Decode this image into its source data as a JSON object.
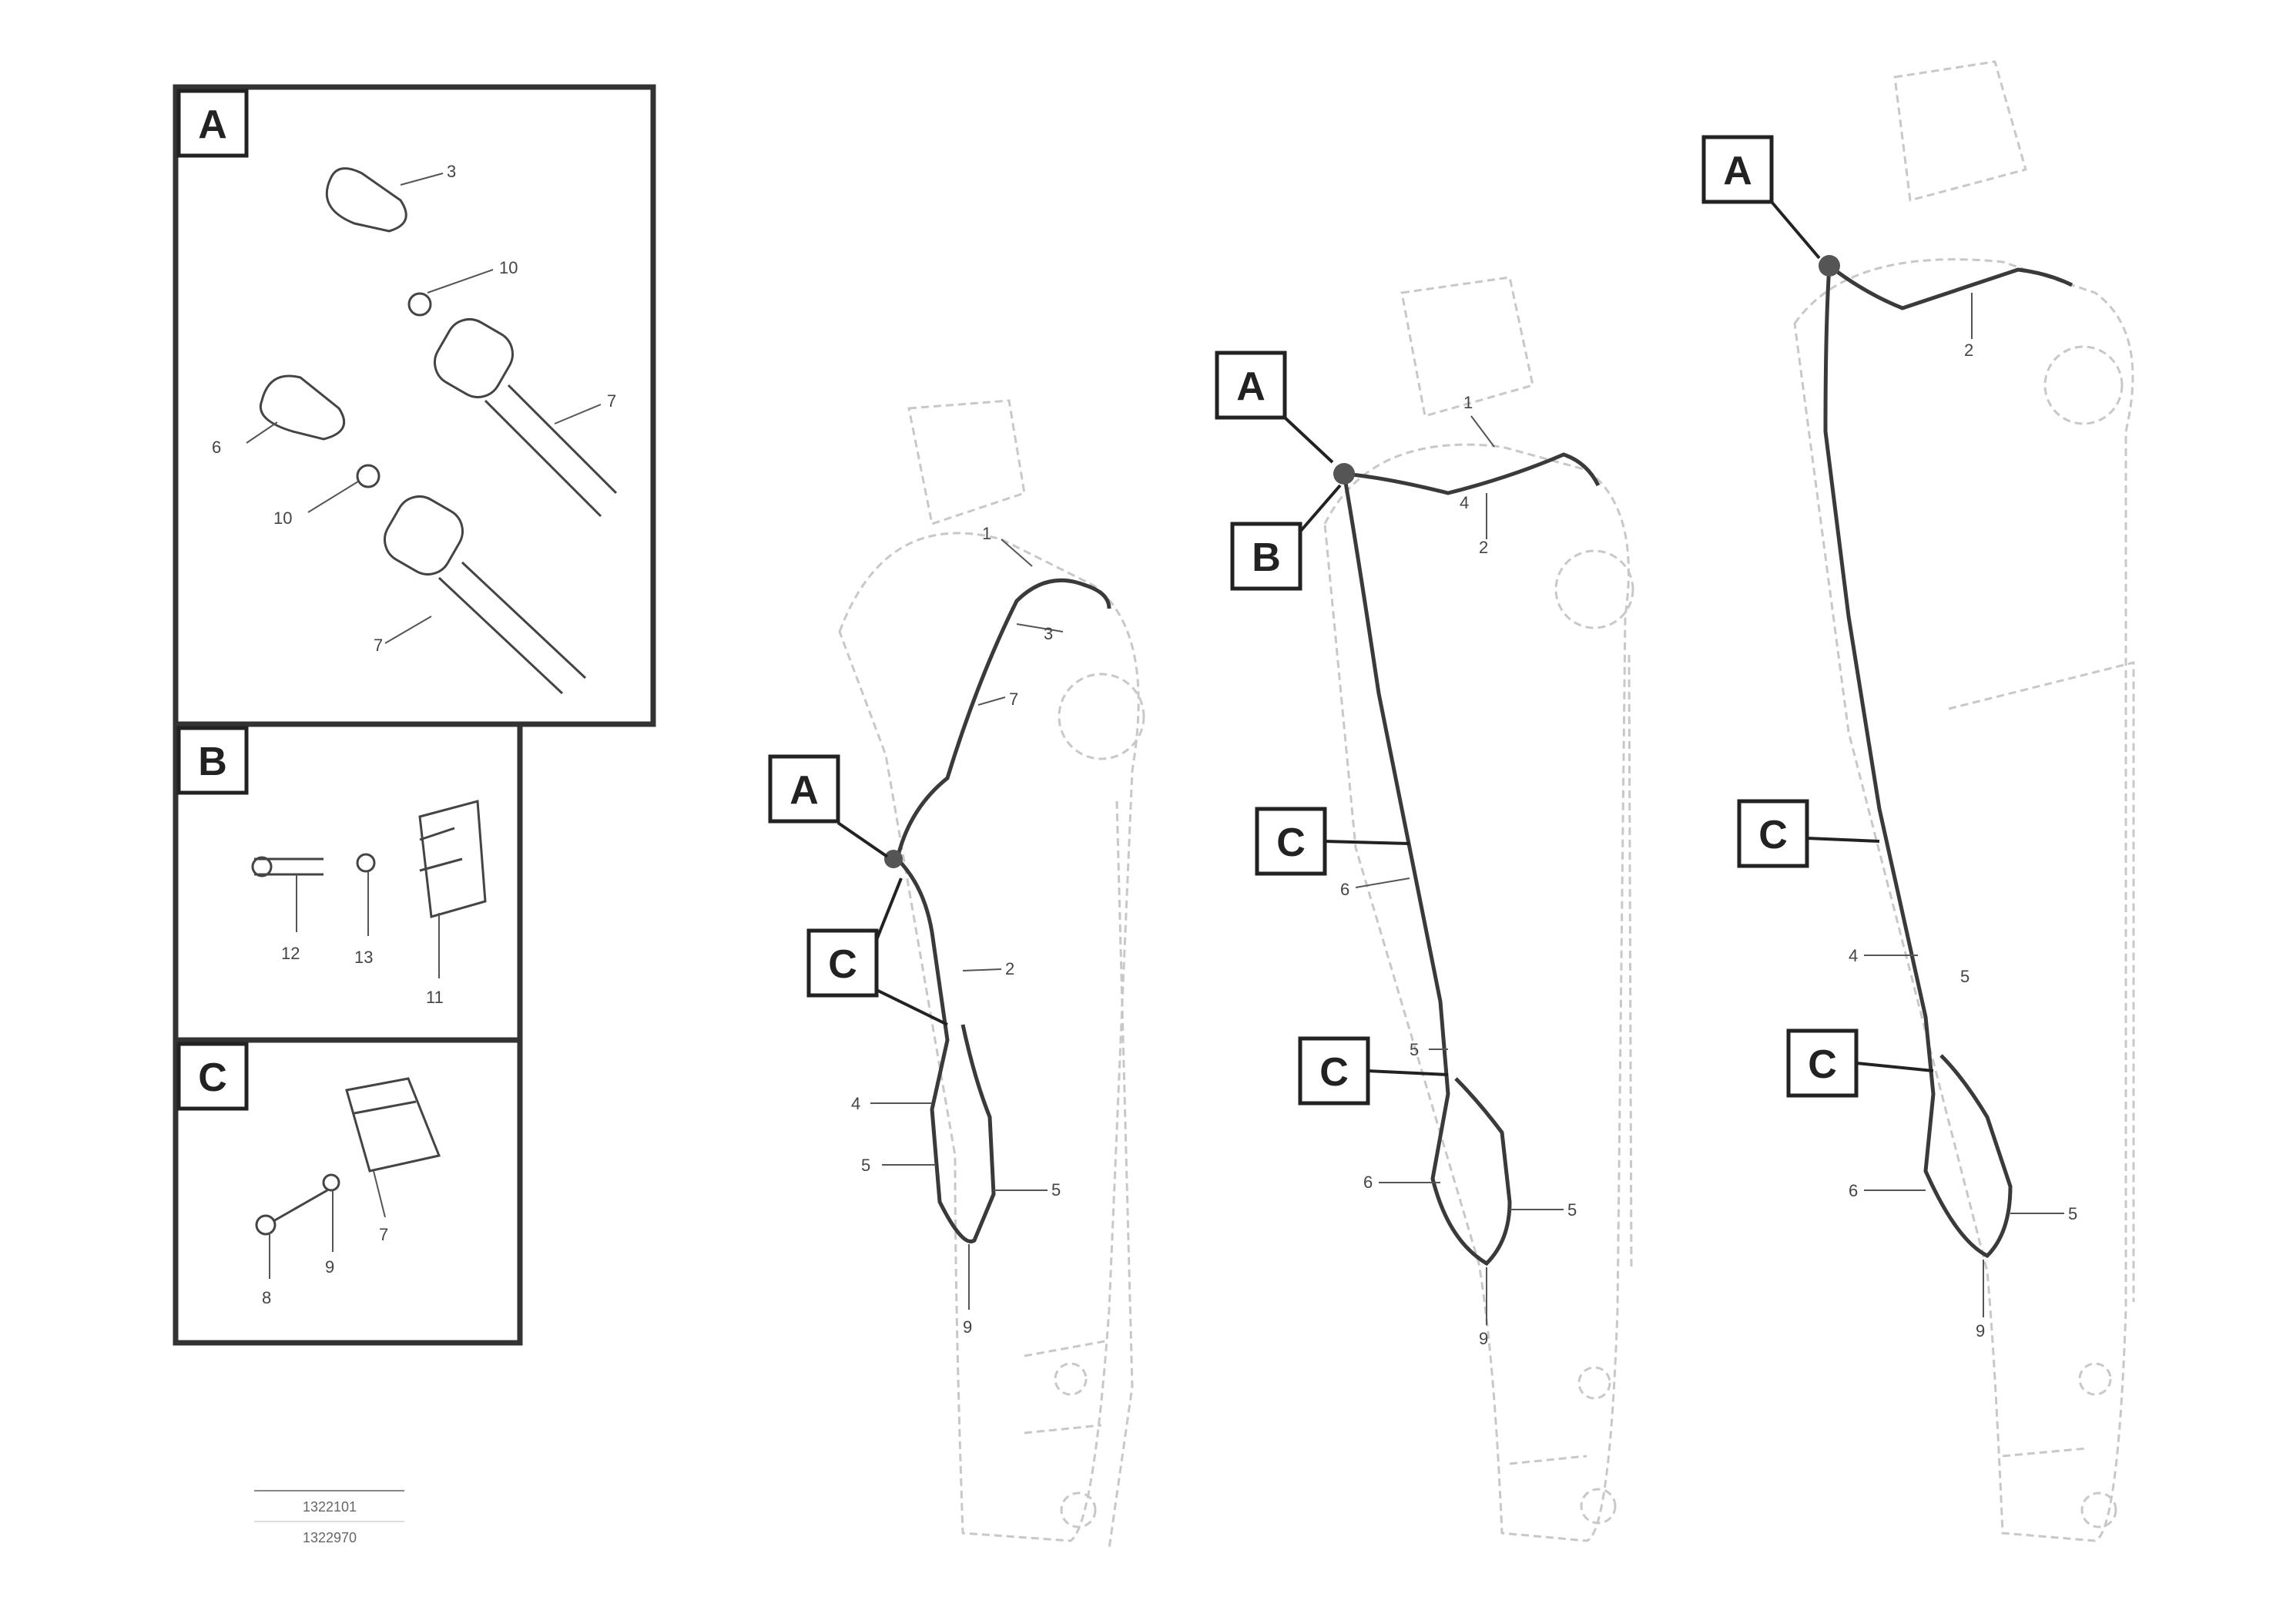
{
  "detail_views": [
    {
      "letter": "A",
      "part_numbers": [
        "3",
        "10",
        "7",
        "6",
        "10",
        "7"
      ]
    },
    {
      "letter": "B",
      "part_numbers": [
        "12",
        "13",
        "11"
      ]
    },
    {
      "letter": "C",
      "part_numbers": [
        "8",
        "9",
        "7"
      ]
    }
  ],
  "arm_views": [
    {
      "callouts": [
        "A",
        "C"
      ],
      "part_numbers": [
        "1",
        "3",
        "7",
        "2",
        "4",
        "5",
        "5",
        "9"
      ]
    },
    {
      "callouts": [
        "A",
        "B",
        "C",
        "C"
      ],
      "part_numbers": [
        "1",
        "2",
        "4",
        "6",
        "5",
        "6",
        "5",
        "9"
      ]
    },
    {
      "callouts": [
        "A",
        "C",
        "C"
      ],
      "part_numbers": [
        "2",
        "4",
        "5",
        "6",
        "5",
        "9"
      ]
    }
  ],
  "legend": {
    "line1": "1322101",
    "line2": "1322970"
  },
  "colors": {
    "ink": "#222222",
    "faint": "#c8c8c8",
    "hose": "#3a3a3a"
  }
}
